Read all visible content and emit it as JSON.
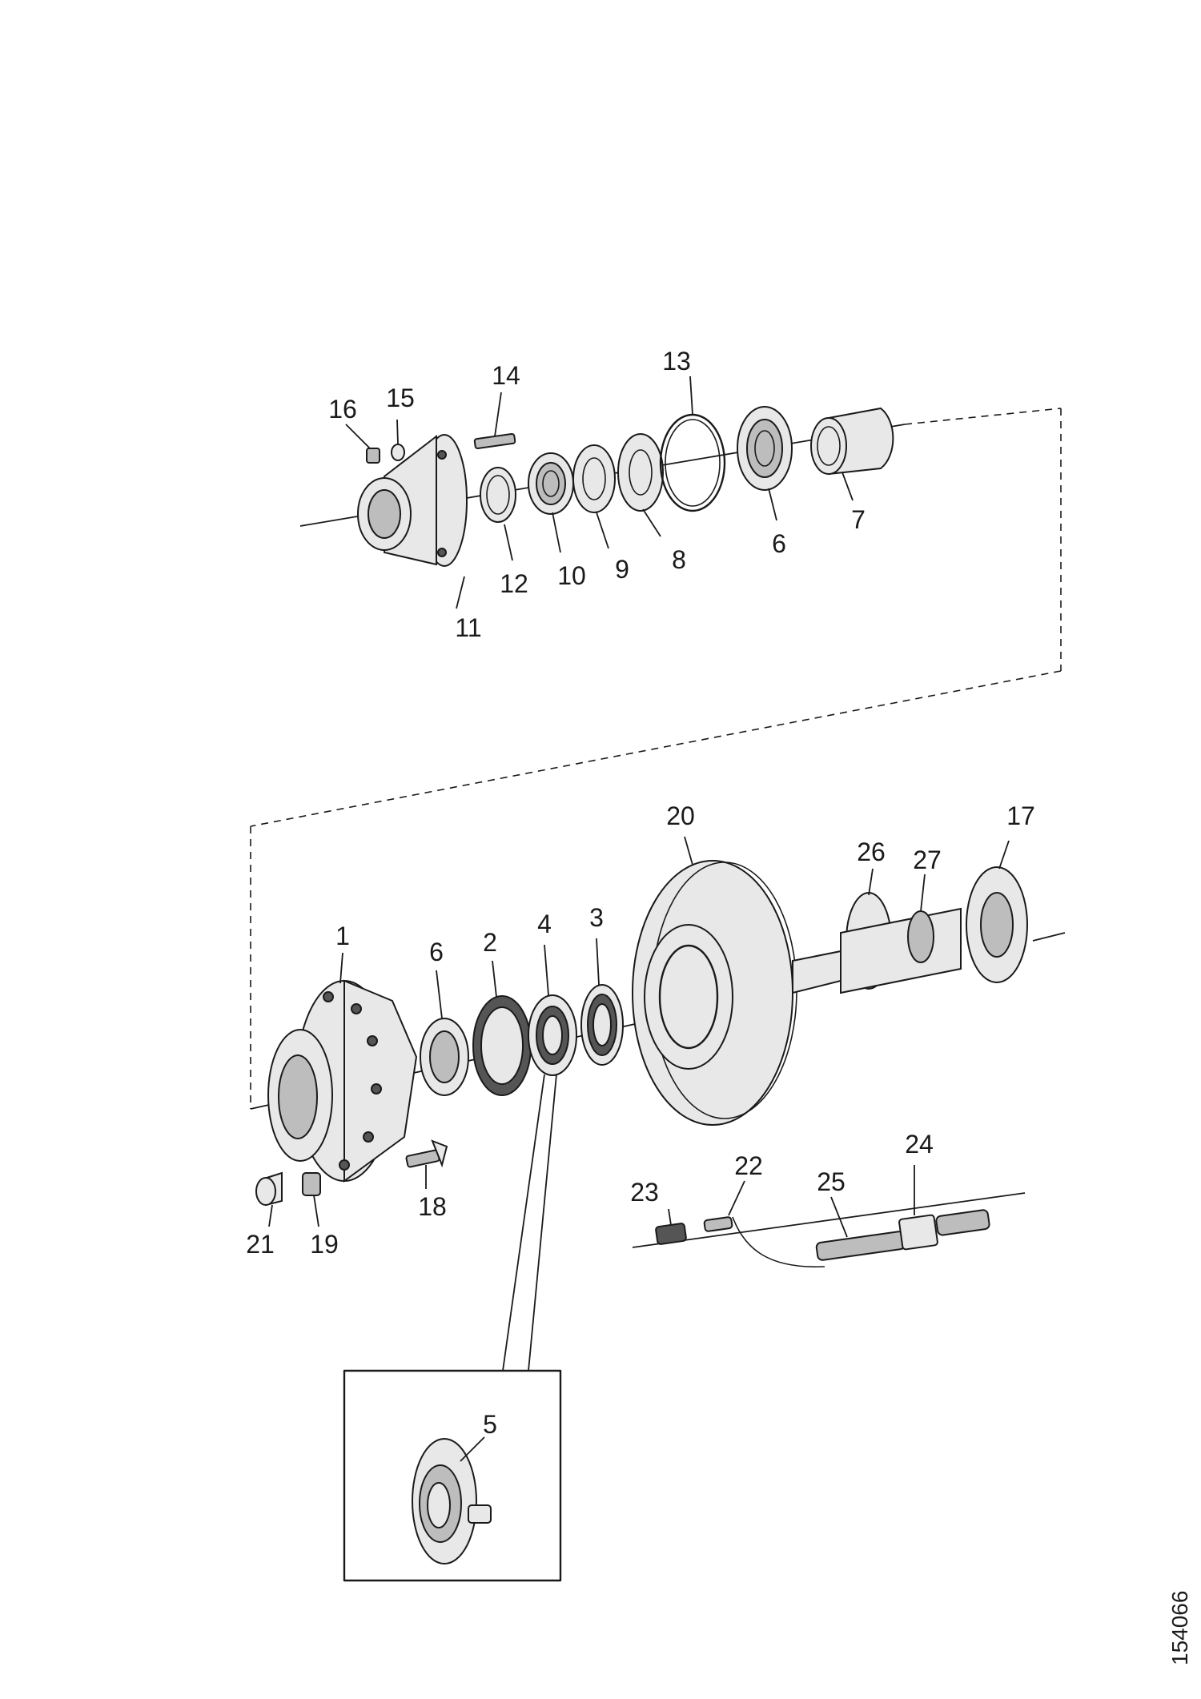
{
  "drawing_number": "154066",
  "callouts": {
    "c1": "1",
    "c2": "2",
    "c3": "3",
    "c4": "4",
    "c5": "5",
    "c6a": "6",
    "c6b": "6",
    "c7": "7",
    "c8": "8",
    "c9": "9",
    "c10": "10",
    "c11": "11",
    "c12": "12",
    "c13": "13",
    "c14": "14",
    "c15": "15",
    "c16": "16",
    "c17": "17",
    "c18": "18",
    "c19": "19",
    "c20": "20",
    "c21": "21",
    "c22": "22",
    "c23": "23",
    "c24": "24",
    "c25": "25",
    "c26": "26",
    "c27": "27"
  }
}
